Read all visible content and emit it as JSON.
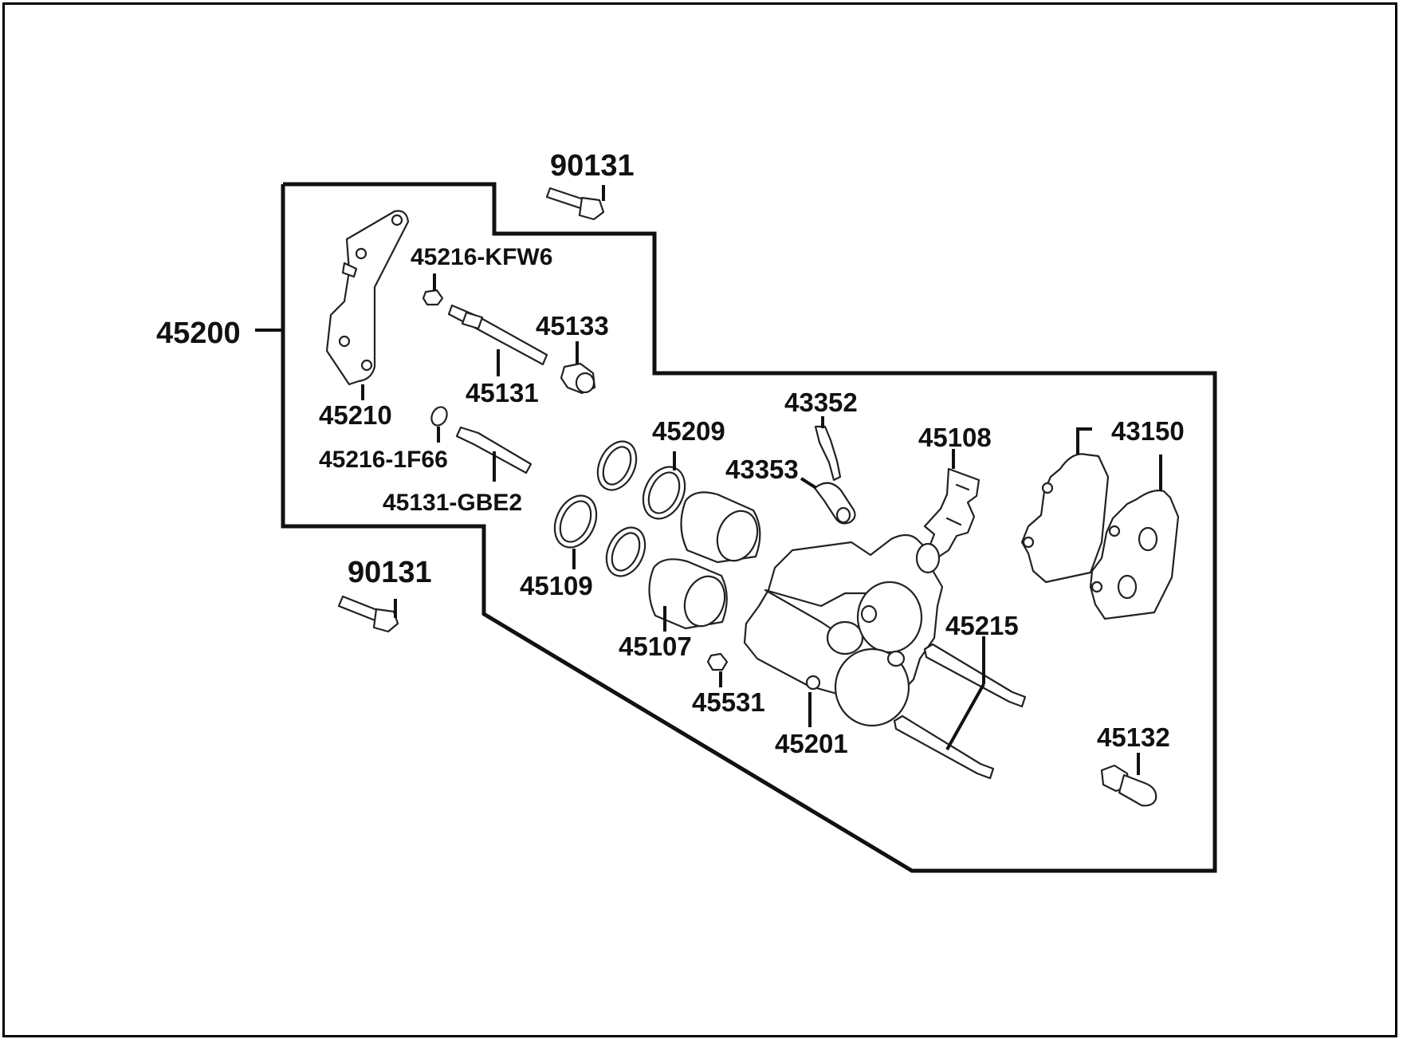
{
  "diagram": {
    "labels": {
      "l90131_top": "90131",
      "l45216_kfw6": "45216-KFW6",
      "l45200": "45200",
      "l45133": "45133",
      "l45131": "45131",
      "l45210": "45210",
      "l45216_1f66": "45216-1F66",
      "l45131_gbe2": "45131-GBE2",
      "l90131_bottom": "90131",
      "l45209": "45209",
      "l45109": "45109",
      "l45107": "45107",
      "l43352": "43352",
      "l43353": "43353",
      "l45108": "45108",
      "l43150": "43150",
      "l45215": "45215",
      "l45531": "45531",
      "l45201": "45201",
      "l45132": "45132"
    }
  }
}
